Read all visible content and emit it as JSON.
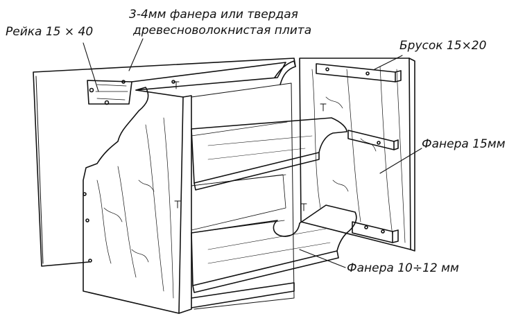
{
  "labels": {
    "rail": "Рейка 15 × 40",
    "plywood_thin_line1": "3-4мм фанера или твердая",
    "plywood_thin_line2": "древесноволокнистая плита",
    "bar": "Брусок 15×20",
    "plywood_15": "Фанера 15мм",
    "plywood_10_12": "Фанера 10÷12 мм"
  },
  "colors": {
    "ink": "#111111",
    "background": "#ffffff"
  }
}
